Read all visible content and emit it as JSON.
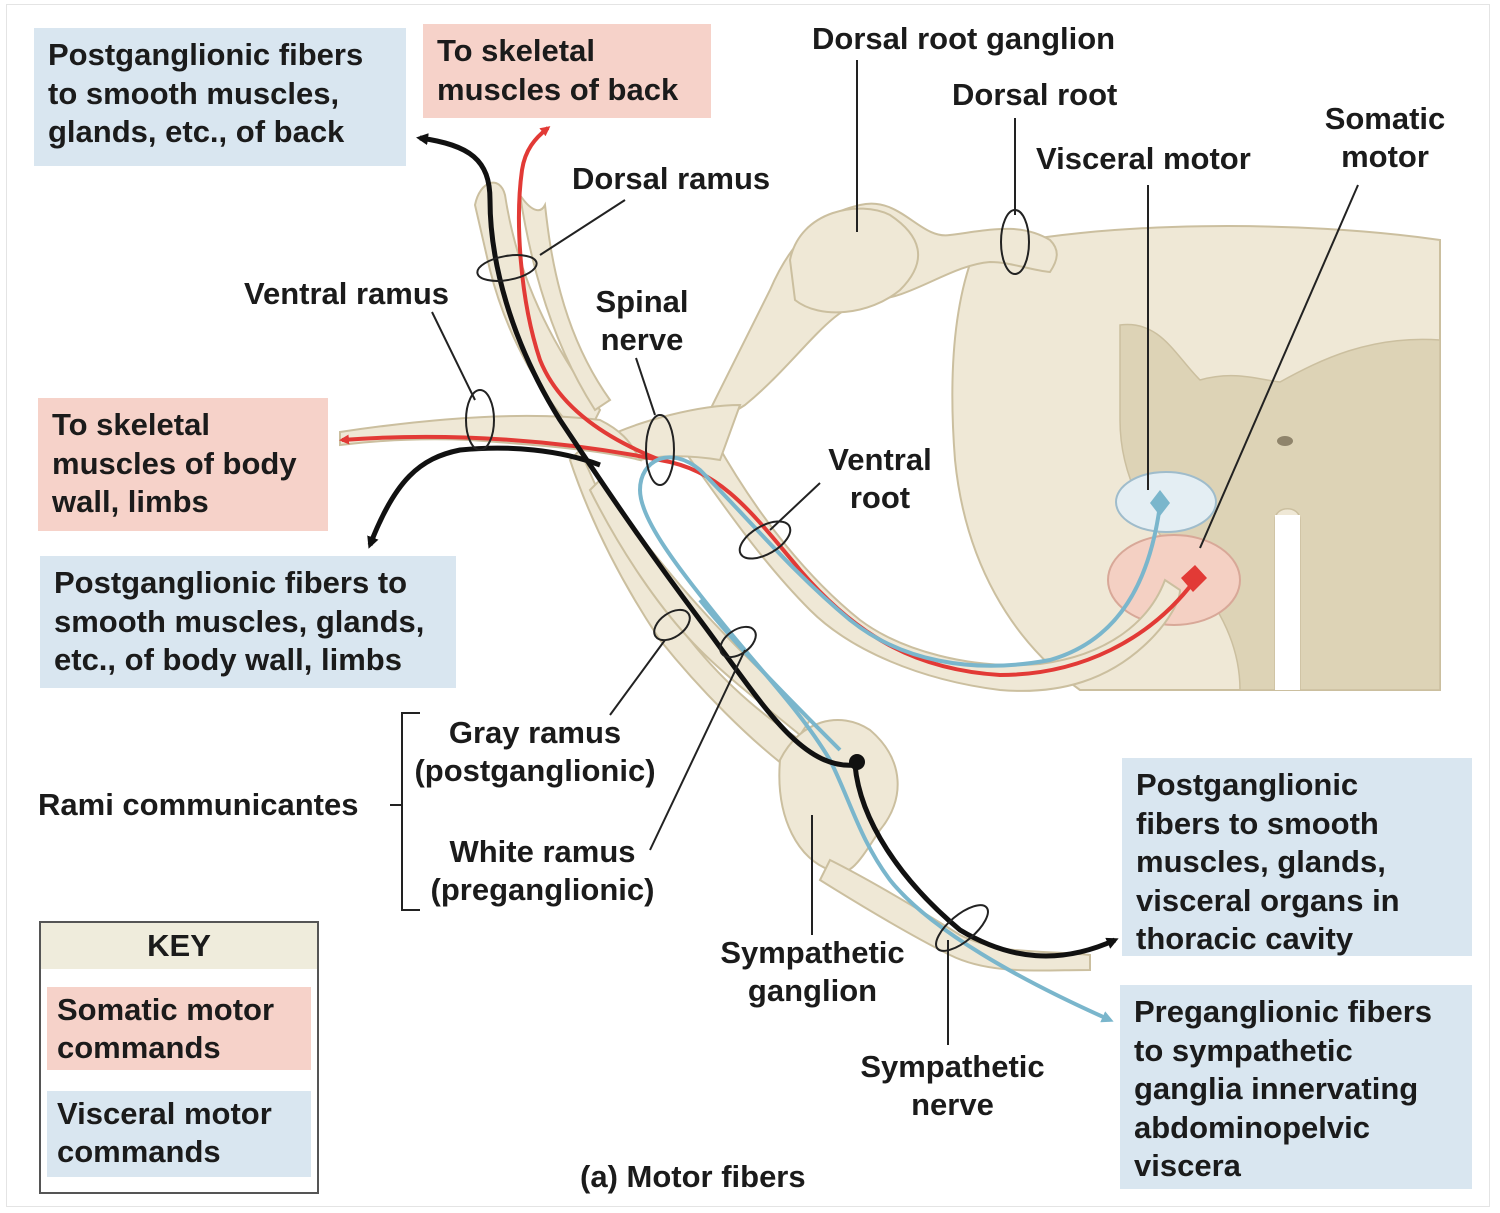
{
  "colors": {
    "somatic": "#e23a36",
    "visceral": "#7ab6cc",
    "postganglionic": "#111111",
    "nerve_fill": "#efe8d6",
    "nerve_stroke": "#cbbf9f",
    "gray_matter": "#ddd3b6",
    "somatic_box": "#f6d2c9",
    "visceral_box": "#d9e6f0"
  },
  "labels": {
    "dorsal_root_ganglion": "Dorsal root ganglion",
    "dorsal_root": "Dorsal root",
    "somatic_motor": "Somatic\nmotor",
    "visceral_motor": "Visceral motor",
    "dorsal_ramus": "Dorsal ramus",
    "ventral_ramus": "Ventral ramus",
    "spinal_nerve": "Spinal\nnerve",
    "ventral_root": "Ventral\nroot",
    "gray_ramus": "Gray ramus\n(postganglionic)",
    "white_ramus": "White ramus\n(preganglionic)",
    "rami_communicantes": "Rami communicantes",
    "sympathetic_ganglion": "Sympathetic\nganglion",
    "sympathetic_nerve": "Sympathetic\nnerve",
    "caption": "(a)  Motor fibers"
  },
  "boxes": {
    "post_back": "Postganglionic fibers\nto smooth muscles,\nglands, etc., of back",
    "skeletal_back": "To skeletal\nmuscles of back",
    "skeletal_body": "To skeletal\nmuscles  of body\nwall, limbs",
    "post_body": "Postganglionic fibers to\nsmooth muscles, glands,\netc., of body  wall, limbs",
    "post_thoracic": "Postganglionic\nfibers to smooth\nmuscles, glands,\nvisceral organs in\nthoracic cavity",
    "pre_abdominal": "Preganglionic fibers\nto sympathetic\nganglia innervating\nabdominopelvic\nviscera"
  },
  "key": {
    "title": "KEY",
    "somatic": "Somatic motor\ncommands",
    "visceral": "Visceral  motor\ncommands"
  }
}
